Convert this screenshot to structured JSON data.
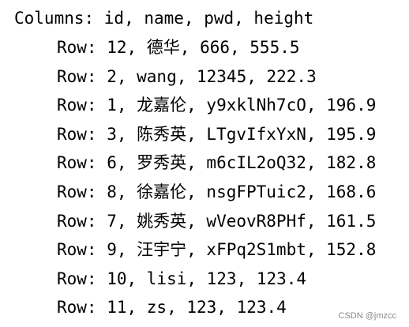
{
  "console": {
    "header": "Columns: id, name, pwd, height",
    "rows": [
      "Row: 12, 德华, 666, 555.5",
      "Row: 2, wang, 12345, 222.3",
      "Row: 1, 龙嘉伦, y9xklNh7cO, 196.9",
      "Row: 3, 陈秀英, LTgvIfxYxN, 195.9",
      "Row: 6, 罗秀英, m6cIL2oQ32, 182.8",
      "Row: 8, 徐嘉伦, nsgFPTuic2, 168.6",
      "Row: 7, 姚秀英, wVeovR8PHf, 161.5",
      "Row: 9, 汪宇宁, xFPq2S1mbt, 152.8",
      "Row: 10, lisi, 123, 123.4",
      "Row: 11, zs, 123, 123.4"
    ]
  },
  "watermark": "CSDN @jmzcc"
}
